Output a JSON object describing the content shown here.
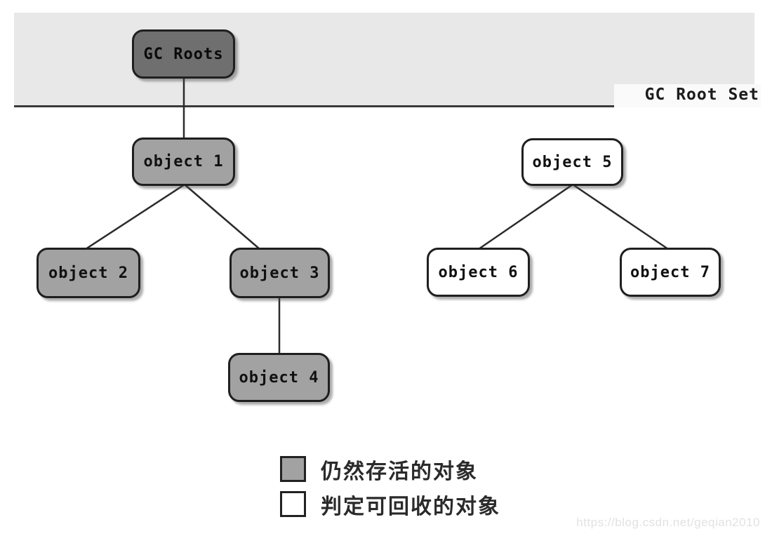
{
  "diagram": {
    "root_set_label": "GC Root Set",
    "nodes": {
      "gc_roots": "GC Roots",
      "object1": "object 1",
      "object2": "object 2",
      "object3": "object 3",
      "object4": "object 4",
      "object5": "object 5",
      "object6": "object 6",
      "object7": "object 7"
    },
    "edges": [
      {
        "from": "gc_roots",
        "to": "object1"
      },
      {
        "from": "object1",
        "to": "object2"
      },
      {
        "from": "object1",
        "to": "object3"
      },
      {
        "from": "object3",
        "to": "object4"
      },
      {
        "from": "object5",
        "to": "object6"
      },
      {
        "from": "object5",
        "to": "object7"
      }
    ],
    "node_states": {
      "gc_roots": "root",
      "object1": "alive",
      "object2": "alive",
      "object3": "alive",
      "object4": "alive",
      "object5": "recyclable",
      "object6": "recyclable",
      "object7": "recyclable"
    },
    "colors": {
      "band_fill": "#e8e8e8",
      "root_fill": "#6f6f6f",
      "alive_fill": "#a2a2a2",
      "recyclable_fill": "#ffffff",
      "edge_stroke": "#2b2b2b"
    }
  },
  "legend": {
    "items": [
      {
        "swatch": "alive",
        "label": "仍然存活的对象"
      },
      {
        "swatch": "recyclable",
        "label": "判定可回收的对象"
      }
    ]
  },
  "watermark": "https://blog.csdn.net/geqian2010"
}
